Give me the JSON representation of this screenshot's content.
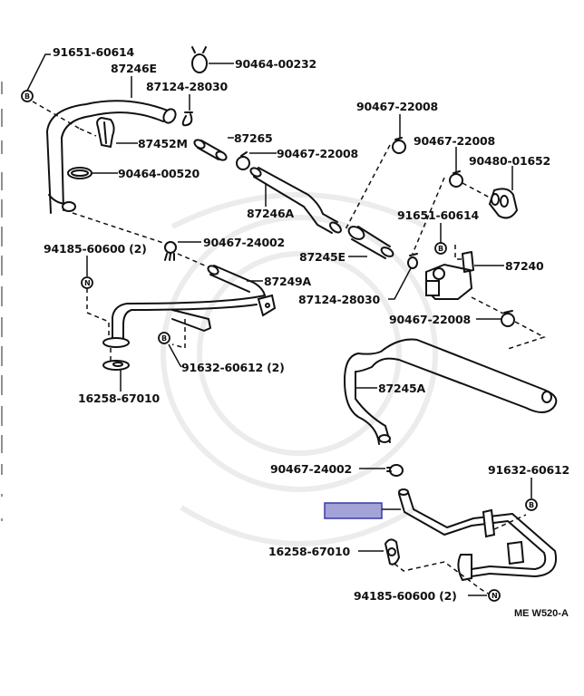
{
  "diagram": {
    "type": "exploded parts diagram",
    "code": "ME W520-A",
    "highlight_color": "#a3a3d8",
    "highlight_border_color": "#3a3aa8",
    "bolt_markers": {
      "B": "B",
      "N": "N"
    },
    "labels": {
      "p91651_60614_top": "91651-60614",
      "p87246E": "87246E",
      "p90464_00232": "90464-00232",
      "p87124_28030_top": "87124-28030",
      "p87452M": "87452M",
      "p87265": "87265",
      "p90467_22008_a": "90467-22008",
      "p90464_00520": "90464-00520",
      "p90467_22008_b": "90467-22008",
      "p90467_22008_c": "90467-22008",
      "p90480_01652": "90480-01652",
      "p87246A": "87246A",
      "p91651_60614_mid": "91651-60614",
      "p94185_60600_left": "94185-60600 (2)",
      "p90467_24002_top": "90467-24002",
      "p87245E": "87245E",
      "p87240": "87240",
      "p87249A": "87249A",
      "p87124_28030_mid": "87124-28030",
      "p90467_22008_d": "90467-22008",
      "p91632_60612_left": "91632-60612 (2)",
      "p16258_67010_left": "16258-67010",
      "p87245A": "87245A",
      "p90467_24002_bottom": "90467-24002",
      "p91632_60612_right": "91632-60612",
      "p16258_67010_right": "16258-67010",
      "p94185_60600_right": "94185-60600 (2)"
    }
  }
}
